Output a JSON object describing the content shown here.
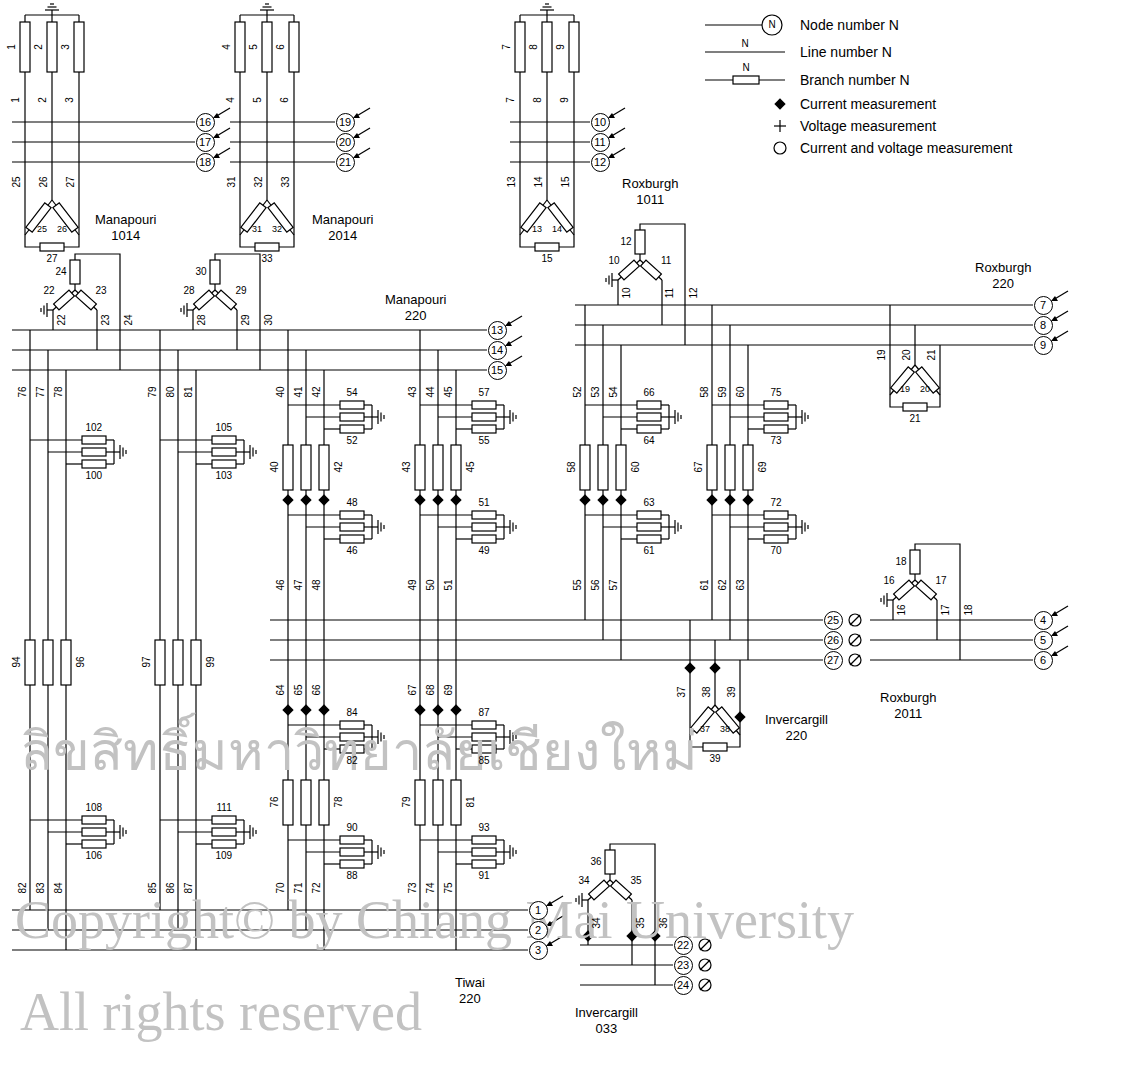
{
  "diagram": {
    "nodes": [
      {
        "text": [
          "16"
        ]
      },
      {
        "text": [
          "17"
        ]
      },
      {
        "text": [
          "18"
        ]
      },
      {
        "text": [
          "19"
        ]
      },
      {
        "text": [
          "20"
        ]
      },
      {
        "text": [
          "21"
        ]
      },
      {
        "text": [
          "10"
        ]
      },
      {
        "text": [
          "11"
        ]
      },
      {
        "text": [
          "12"
        ]
      },
      {
        "text": [
          "13"
        ]
      },
      {
        "text": [
          "14"
        ]
      },
      {
        "text": [
          "15"
        ]
      },
      {
        "text": [
          "7"
        ]
      },
      {
        "text": [
          "8"
        ]
      },
      {
        "text": [
          "9"
        ]
      },
      {
        "text": [
          "25"
        ]
      },
      {
        "text": [
          "26"
        ]
      },
      {
        "text": [
          "27"
        ]
      },
      {
        "text": [
          "4"
        ]
      },
      {
        "text": [
          "5"
        ]
      },
      {
        "text": [
          "6"
        ]
      },
      {
        "text": [
          "1"
        ]
      },
      {
        "text": [
          "2"
        ]
      },
      {
        "text": [
          "3"
        ]
      },
      {
        "text": [
          "22"
        ]
      },
      {
        "text": [
          "23"
        ]
      },
      {
        "text": [
          "24"
        ]
      }
    ],
    "labels": [
      "1",
      "2",
      "3",
      "1",
      "2",
      "3",
      "25",
      "26",
      "27",
      "25",
      "26",
      "27",
      "Manapouri 1014",
      "4",
      "5",
      "6",
      "4",
      "5",
      "6",
      "31",
      "32",
      "33",
      "31",
      "32",
      "33",
      "Manapouri 2014",
      "7",
      "8",
      "9",
      "7",
      "8",
      "9",
      "13",
      "14",
      "15",
      "13",
      "14",
      "15",
      "Roxburgh 1011",
      "22",
      "23",
      "24",
      "22",
      "23",
      "24",
      "28",
      "29",
      "30",
      "28",
      "29",
      "30",
      "10",
      "11",
      "12",
      "10",
      "11",
      "12",
      "16",
      "17",
      "18",
      "16",
      "17",
      "18",
      "34",
      "35",
      "36",
      "34",
      "35",
      "36",
      "40",
      "41",
      "42",
      "54",
      "52",
      "40",
      "42",
      "48",
      "46",
      "46",
      "47",
      "48",
      "43",
      "44",
      "45",
      "57",
      "55",
      "43",
      "45",
      "51",
      "49",
      "49",
      "50",
      "51",
      "52",
      "53",
      "54",
      "66",
      "64",
      "58",
      "60",
      "63",
      "61",
      "55",
      "56",
      "57",
      "58",
      "59",
      "60",
      "75",
      "73",
      "67",
      "69",
      "72",
      "70",
      "61",
      "62",
      "63",
      "76",
      "77",
      "78",
      "102",
      "100",
      "94",
      "96",
      "108",
      "106",
      "82",
      "83",
      "84",
      "79",
      "80",
      "81",
      "105",
      "103",
      "97",
      "99",
      "111",
      "109",
      "85",
      "86",
      "87",
      "64",
      "65",
      "66",
      "84",
      "82",
      "76",
      "78",
      "90",
      "88",
      "70",
      "71",
      "72",
      "67",
      "68",
      "69",
      "87",
      "85",
      "79",
      "81",
      "93",
      "91",
      "73",
      "74",
      "75",
      "19",
      "20",
      "21",
      "19",
      "20",
      "21",
      "37",
      "38",
      "39",
      "37",
      "38",
      "39",
      "Invercargill 220",
      "Manapouri 220",
      "Roxburgh 220",
      "Roxburgh 2011",
      "Tiwai 220",
      "Invercargill 033",
      "N",
      "N",
      "N",
      "ลิขสิทธิ์มหาวิทยาลัยเชียงใหม่",
      "Copyright© by Chiang Mai University",
      "All rights reserved"
    ],
    "legend": [
      {
        "text": "Node number N"
      },
      {
        "text": "Line number N"
      },
      {
        "text": "Branch number N"
      },
      {
        "text": "Current measurement"
      },
      {
        "text": "Voltage measurement"
      },
      {
        "text": "Current and voltage measurement"
      }
    ]
  }
}
